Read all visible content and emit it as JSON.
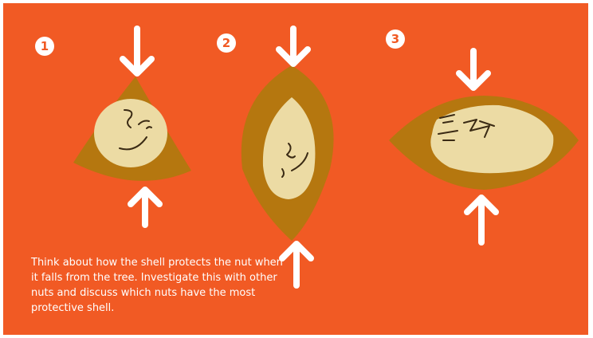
{
  "steps": [
    {
      "number": "1"
    },
    {
      "number": "2"
    },
    {
      "number": "3"
    }
  ],
  "caption": "Think about how the shell protects the nut when it falls from the tree. Investigate this with other nuts and discuss which nuts have the most protective shell.",
  "colors": {
    "background": "#f15a24",
    "shell": "#b5770f",
    "kernel": "#ecdba4",
    "arrow": "#ffffff",
    "face_line": "#3a2a14"
  }
}
